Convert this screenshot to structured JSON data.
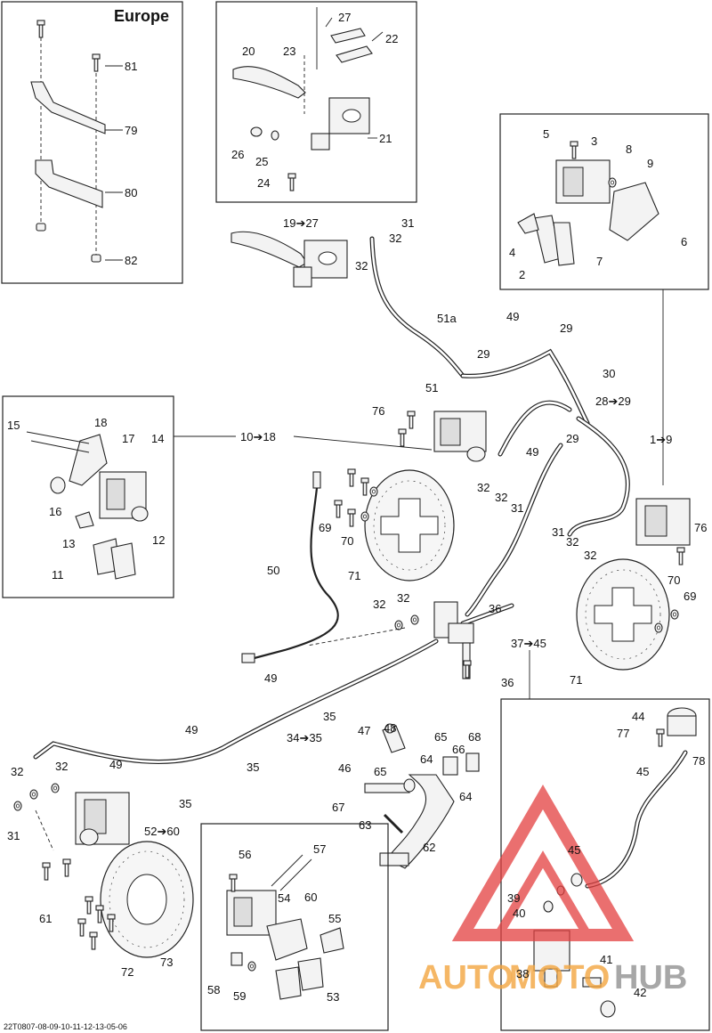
{
  "diagram": {
    "region_label": "Europe",
    "footer_code": "22T0807-08-09-10-11-12-13-05-06",
    "watermark": {
      "text_a": "AUTO",
      "text_b": "MOTO",
      "text_c": "HUB",
      "color_red": "#e34040",
      "color_orange": "#f3a640",
      "color_gray": "#8a8a8a"
    },
    "labels": [
      {
        "id": "l81",
        "text": "81"
      },
      {
        "id": "l79",
        "text": "79"
      },
      {
        "id": "l80",
        "text": "80"
      },
      {
        "id": "l82",
        "text": "82"
      },
      {
        "id": "l27",
        "text": "27"
      },
      {
        "id": "l22",
        "text": "22"
      },
      {
        "id": "l20",
        "text": "20"
      },
      {
        "id": "l23",
        "text": "23"
      },
      {
        "id": "l21",
        "text": "21"
      },
      {
        "id": "l26",
        "text": "26"
      },
      {
        "id": "l25",
        "text": "25"
      },
      {
        "id": "l24",
        "text": "24"
      },
      {
        "id": "l19_27",
        "text": "19➔27"
      },
      {
        "id": "l31a",
        "text": "31"
      },
      {
        "id": "l32a",
        "text": "32"
      },
      {
        "id": "l32b",
        "text": "32"
      },
      {
        "id": "l5",
        "text": "5"
      },
      {
        "id": "l3",
        "text": "3"
      },
      {
        "id": "l8",
        "text": "8"
      },
      {
        "id": "l9",
        "text": "9"
      },
      {
        "id": "l4",
        "text": "4"
      },
      {
        "id": "l6",
        "text": "6"
      },
      {
        "id": "l2",
        "text": "2"
      },
      {
        "id": "l7",
        "text": "7"
      },
      {
        "id": "l51a",
        "text": "51a"
      },
      {
        "id": "l49a",
        "text": "49"
      },
      {
        "id": "l29a",
        "text": "29"
      },
      {
        "id": "l29b",
        "text": "29"
      },
      {
        "id": "l51",
        "text": "51"
      },
      {
        "id": "l30",
        "text": "30"
      },
      {
        "id": "l28_29",
        "text": "28➔29"
      },
      {
        "id": "l76a",
        "text": "76"
      },
      {
        "id": "l15",
        "text": "15"
      },
      {
        "id": "l18",
        "text": "18"
      },
      {
        "id": "l17",
        "text": "17"
      },
      {
        "id": "l14",
        "text": "14"
      },
      {
        "id": "l10_18",
        "text": "10➔18"
      },
      {
        "id": "l1_9",
        "text": "1➔9"
      },
      {
        "id": "l49b",
        "text": "49"
      },
      {
        "id": "l29c",
        "text": "29"
      },
      {
        "id": "l16",
        "text": "16"
      },
      {
        "id": "l12",
        "text": "12"
      },
      {
        "id": "l13",
        "text": "13"
      },
      {
        "id": "l11",
        "text": "11"
      },
      {
        "id": "l32c",
        "text": "32"
      },
      {
        "id": "l32d",
        "text": "32"
      },
      {
        "id": "l31b",
        "text": "31"
      },
      {
        "id": "l69a",
        "text": "69"
      },
      {
        "id": "l70a",
        "text": "70"
      },
      {
        "id": "l71a",
        "text": "71"
      },
      {
        "id": "l31c",
        "text": "31"
      },
      {
        "id": "l32e",
        "text": "32"
      },
      {
        "id": "l32f",
        "text": "32"
      },
      {
        "id": "l76b",
        "text": "76"
      },
      {
        "id": "l50",
        "text": "50"
      },
      {
        "id": "l70b",
        "text": "70"
      },
      {
        "id": "l69b",
        "text": "69"
      },
      {
        "id": "l32g",
        "text": "32"
      },
      {
        "id": "l32h",
        "text": "32"
      },
      {
        "id": "l36a",
        "text": "36"
      },
      {
        "id": "l37_45",
        "text": "37➔45"
      },
      {
        "id": "l36b",
        "text": "36"
      },
      {
        "id": "l71b",
        "text": "71"
      },
      {
        "id": "l49c",
        "text": "49"
      },
      {
        "id": "l35a",
        "text": "35"
      },
      {
        "id": "l49d",
        "text": "49"
      },
      {
        "id": "l34_35",
        "text": "34➔35"
      },
      {
        "id": "l35b",
        "text": "35"
      },
      {
        "id": "l49e",
        "text": "49"
      },
      {
        "id": "l35c",
        "text": "35"
      },
      {
        "id": "l47",
        "text": "47"
      },
      {
        "id": "l48",
        "text": "48"
      },
      {
        "id": "l65a",
        "text": "65"
      },
      {
        "id": "l68",
        "text": "68"
      },
      {
        "id": "l46",
        "text": "46"
      },
      {
        "id": "l65b",
        "text": "65"
      },
      {
        "id": "l64a",
        "text": "64"
      },
      {
        "id": "l66",
        "text": "66"
      },
      {
        "id": "l64b",
        "text": "64"
      },
      {
        "id": "l67",
        "text": "67"
      },
      {
        "id": "l63",
        "text": "63"
      },
      {
        "id": "l62",
        "text": "62"
      },
      {
        "id": "l44",
        "text": "44"
      },
      {
        "id": "l77",
        "text": "77"
      },
      {
        "id": "l78",
        "text": "78"
      },
      {
        "id": "l45a",
        "text": "45"
      },
      {
        "id": "l45b",
        "text": "45"
      },
      {
        "id": "l39",
        "text": "39"
      },
      {
        "id": "l40",
        "text": "40"
      },
      {
        "id": "l41",
        "text": "41"
      },
      {
        "id": "l38",
        "text": "38"
      },
      {
        "id": "l42",
        "text": "42"
      },
      {
        "id": "l32i",
        "text": "32"
      },
      {
        "id": "l32j",
        "text": "32"
      },
      {
        "id": "l31d",
        "text": "31"
      },
      {
        "id": "l52_60",
        "text": "52➔60"
      },
      {
        "id": "l61",
        "text": "61"
      },
      {
        "id": "l72",
        "text": "72"
      },
      {
        "id": "l73",
        "text": "73"
      },
      {
        "id": "l56",
        "text": "56"
      },
      {
        "id": "l57",
        "text": "57"
      },
      {
        "id": "l54",
        "text": "54"
      },
      {
        "id": "l60",
        "text": "60"
      },
      {
        "id": "l55",
        "text": "55"
      },
      {
        "id": "l58",
        "text": "58"
      },
      {
        "id": "l59",
        "text": "59"
      },
      {
        "id": "l53",
        "text": "53"
      }
    ]
  }
}
